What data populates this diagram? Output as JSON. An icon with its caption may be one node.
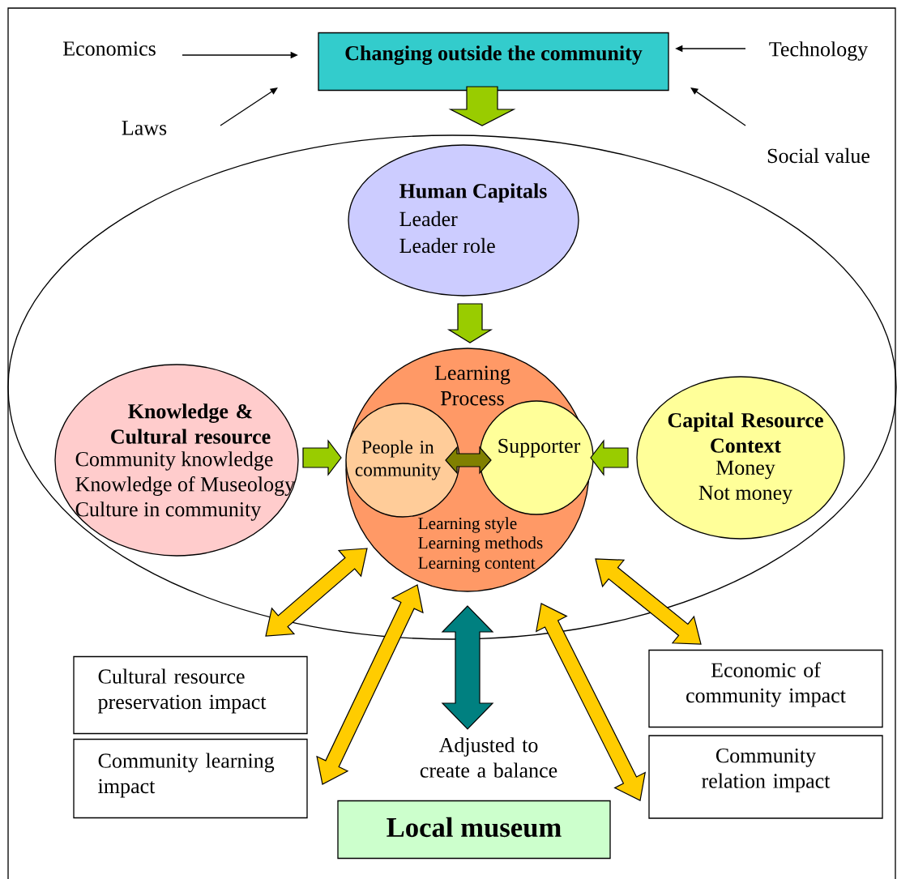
{
  "diagram": {
    "nodes": [
      {
        "text": [
          "Changing outside the community"
        ]
      },
      {
        "text": [
          "Economics"
        ]
      },
      {
        "text": [
          "Technology"
        ]
      },
      {
        "text": [
          "Laws"
        ]
      },
      {
        "text": [
          "Social value"
        ]
      },
      {
        "text": [],
        "shape": "ellipse"
      },
      {
        "text": [
          "Human Capitals",
          "Leader",
          "Leader role"
        ],
        "in": 5
      },
      {
        "text": [
          "Knowledge & Cultural resource",
          "Community knowledge",
          "Knowledge of Museology",
          "Culture in community"
        ],
        "in": 5
      },
      {
        "text": [
          "Learning Process",
          "Learning style",
          "Learning methods",
          "Learning content"
        ],
        "in": 5
      },
      {
        "text": [
          "People in community"
        ],
        "in": 8
      },
      {
        "text": [
          "Supporter"
        ],
        "in": 8
      },
      {
        "text": [
          "Capital Resource Context",
          "Money",
          "Not money"
        ],
        "in": 5
      },
      {
        "text": [
          "Cultural resource preservation impact"
        ]
      },
      {
        "text": [
          "Community learning impact"
        ]
      },
      {
        "text": [
          "Economic of community impact"
        ]
      },
      {
        "text": [
          "Community relation impact"
        ]
      },
      {
        "text": [
          "Adjusted to create a balance"
        ]
      },
      {
        "text": [
          "Local museum"
        ]
      }
    ],
    "edges": [
      {
        "from": 1,
        "to": 0,
        "arrow": "to"
      },
      {
        "from": 2,
        "to": 0,
        "arrow": "to"
      },
      {
        "from": 3,
        "to": 0,
        "arrow": "to"
      },
      {
        "from": 4,
        "to": 0,
        "arrow": "to"
      },
      {
        "from": 0,
        "to": 5,
        "arrow": "to",
        "style": "thick",
        "color": "#99cc00"
      },
      {
        "from": 6,
        "to": 8,
        "arrow": "to",
        "style": "thick",
        "color": "#99cc00"
      },
      {
        "from": 7,
        "to": 8,
        "arrow": "to",
        "style": "thick",
        "color": "#99cc00"
      },
      {
        "from": 11,
        "to": 8,
        "arrow": "to",
        "style": "thick",
        "color": "#99cc00"
      },
      {
        "from": 9,
        "to": 10,
        "arrow": "both",
        "style": "thick",
        "color": "#808000"
      },
      {
        "from": 8,
        "to": 12,
        "arrow": "both",
        "style": "thick",
        "color": "#ffcc00"
      },
      {
        "from": 8,
        "to": 13,
        "arrow": "both",
        "style": "thick",
        "color": "#ffcc00"
      },
      {
        "from": 8,
        "to": 14,
        "arrow": "both",
        "style": "thick",
        "color": "#ffcc00"
      },
      {
        "from": 8,
        "to": 15,
        "arrow": "both",
        "style": "thick",
        "color": "#ffcc00"
      },
      {
        "from": 8,
        "to": 16,
        "arrow": "both",
        "style": "thick",
        "color": "#008080"
      }
    ]
  }
}
